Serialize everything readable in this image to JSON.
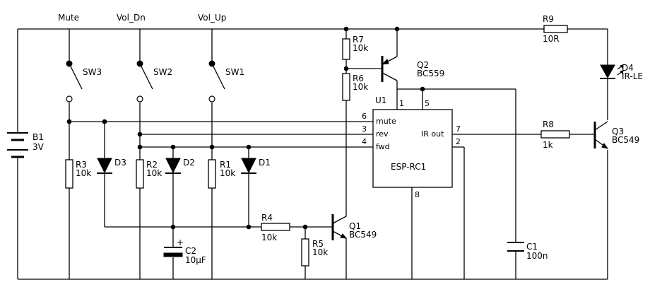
{
  "switches": {
    "sw3": {
      "name": "SW3",
      "label": "Mute"
    },
    "sw2": {
      "name": "SW2",
      "label": "Vol_Dn"
    },
    "sw1": {
      "name": "SW1",
      "label": "Vol_Up"
    }
  },
  "battery": {
    "name": "B1",
    "value": "3V"
  },
  "resistors": {
    "r1": {
      "name": "R1",
      "value": "10k"
    },
    "r2": {
      "name": "R2",
      "value": "10k"
    },
    "r3": {
      "name": "R3",
      "value": "10k"
    },
    "r4": {
      "name": "R4",
      "value": "10k"
    },
    "r5": {
      "name": "R5",
      "value": "10k"
    },
    "r6": {
      "name": "R6",
      "value": "10k"
    },
    "r7": {
      "name": "R7",
      "value": "10k"
    },
    "r8": {
      "name": "R8",
      "value": "1k"
    },
    "r9": {
      "name": "R9",
      "value": "10R"
    }
  },
  "diodes": {
    "d1": {
      "name": "D1"
    },
    "d2": {
      "name": "D2"
    },
    "d3": {
      "name": "D3"
    },
    "d4": {
      "name": "D4",
      "value": "IR-LE"
    }
  },
  "capacitors": {
    "c1": {
      "name": "C1",
      "value": "100n"
    },
    "c2": {
      "name": "C2",
      "value": "10µF",
      "polarity": "+"
    }
  },
  "transistors": {
    "q1": {
      "name": "Q1",
      "value": "BC549"
    },
    "q2": {
      "name": "Q2",
      "value": "BC559"
    },
    "q3": {
      "name": "Q3",
      "value": "BC549"
    }
  },
  "ic": {
    "name": "U1",
    "part": "ESP-RC1",
    "pins": {
      "p1": "1",
      "p5": "5",
      "p6": "6",
      "p3": "3",
      "p4": "4",
      "p7": "7",
      "p2": "2",
      "p8": "8",
      "mute": "mute",
      "rev": "rev",
      "fwd": "fwd",
      "irout": "IR out"
    }
  }
}
